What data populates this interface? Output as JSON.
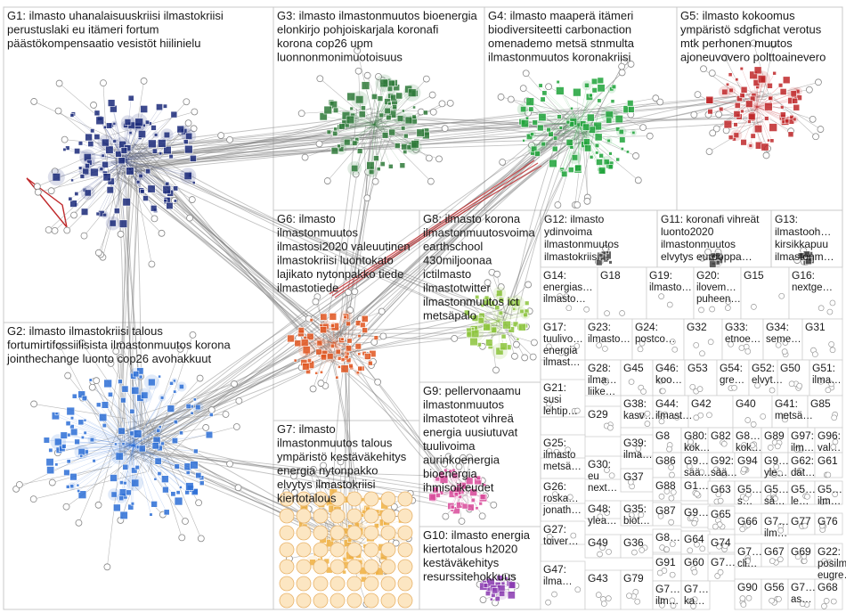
{
  "groups": [
    {
      "id": "G1",
      "lines": [
        "G1: ilmasto uhanalaisuuskriisi ilmastokriisi",
        "perustuslaki eu itämeri fortum",
        "päästökompensaatio vesistöt hiilinielu"
      ],
      "color": "#1b2a7a"
    },
    {
      "id": "G2",
      "lines": [
        "G2: ilmasto ilmastokriisi talous",
        "fortumirtifossiilisista ilmastonmuutos korona",
        "jointhechange luonto cop26 avohakkuut"
      ],
      "color": "#2d6fd6"
    },
    {
      "id": "G3",
      "lines": [
        "G3: ilmasto ilmastonmuutos bioenergia",
        "elonkirjo pohjoiskarjala koronafi",
        "korona cop26 upm",
        "luonnonmonimuotoisuus"
      ],
      "color": "#2f7a3a"
    },
    {
      "id": "G4",
      "lines": [
        "G4: ilmasto maaperä itämeri",
        "biodiversiteetti carbonaction",
        "omenademo metsä stnmulta",
        "ilmastonmuutos koronakriisi"
      ],
      "color": "#1fa33a"
    },
    {
      "id": "G5",
      "lines": [
        "G5: ilmasto kokoomus",
        "ympäristö sdgfichat verotus",
        "mtk perhonen muutos",
        "ajoneuvovero polttoainevero"
      ],
      "color": "#c0282a"
    },
    {
      "id": "G6",
      "lines": [
        "G6: ilmasto",
        "ilmastonmuutos",
        "ilmastosi2020 valeuutinen",
        "ilmastokriisi luontokato",
        "lajikato nytonpakko tiede",
        "ilmastotiede"
      ],
      "color": "#e0551f"
    },
    {
      "id": "G7",
      "lines": [
        "G7: ilmasto",
        "ilmastonmuutos talous",
        "ympäristö kestäväkehitys",
        "energia nytonpakko",
        "elvytys ilmastokriisi",
        "kiertotalous"
      ],
      "color": "#f0b040"
    },
    {
      "id": "G8",
      "lines": [
        "G8: ilmasto korona",
        "ilmastonmuutosvoima",
        "earthschool",
        "430miljoonaa",
        "ictilmasto",
        "ilmastotwitter",
        "ilmastonmuutos ict",
        "metsäpalo"
      ],
      "color": "#8cc43c"
    },
    {
      "id": "G9",
      "lines": [
        "G9: pellervonaamu",
        "ilmastonmuutos",
        "ilmastoteot vihreä",
        "energia uusiutuvat",
        "tuulivoima",
        "aurinkoenergia",
        "bioenergia",
        "ihmisoikeudet"
      ],
      "color": "#d84a9a"
    },
    {
      "id": "G10",
      "lines": [
        "G10: ilmasto energia",
        "kiertotalous h2020",
        "kestäväkehitys",
        "resurssitehokkuus"
      ],
      "color": "#8a3ab0"
    },
    {
      "id": "G11",
      "lines": [
        "G11: koronafi vihreät",
        "luonto2020",
        "ilmastonmuutos",
        "elvytys eurooppa…"
      ],
      "color": "#444"
    },
    {
      "id": "G12",
      "lines": [
        "G12: ilmasto",
        "ydinvoima",
        "ilmastonmuutos",
        "ilmastokriisi…"
      ],
      "color": "#444"
    },
    {
      "id": "G13",
      "lines": [
        "G13:",
        "ilmastooh…",
        "kirsikkapuu",
        "ilmastonm…"
      ],
      "color": "#444"
    }
  ],
  "small_groups": [
    {
      "label": "G14:",
      "extra": [
        "energias…",
        "ilmasto…"
      ]
    },
    {
      "label": "G18",
      "extra": []
    },
    {
      "label": "G19:",
      "extra": [
        "ilmasto…"
      ]
    },
    {
      "label": "G20:",
      "extra": [
        "ilovem…",
        "puheen…"
      ]
    },
    {
      "label": "G15",
      "extra": []
    },
    {
      "label": "G16:",
      "extra": [
        "nextge…"
      ]
    },
    {
      "label": "G17:",
      "extra": [
        "tuulivo…",
        "energia",
        "ilmast…"
      ]
    },
    {
      "label": "G23:",
      "extra": [
        "ilmasto…"
      ]
    },
    {
      "label": "G24:",
      "extra": [
        "postco…"
      ]
    },
    {
      "label": "G32",
      "extra": []
    },
    {
      "label": "G33:",
      "extra": [
        "etnoe…"
      ]
    },
    {
      "label": "G34:",
      "extra": [
        "seme…"
      ]
    },
    {
      "label": "G31",
      "extra": []
    },
    {
      "label": "G28:",
      "extra": [
        "ilma…",
        "liike…"
      ]
    },
    {
      "label": "G45",
      "extra": []
    },
    {
      "label": "G46:",
      "extra": [
        "koo…"
      ]
    },
    {
      "label": "G53",
      "extra": []
    },
    {
      "label": "G54:",
      "extra": [
        "gre…"
      ]
    },
    {
      "label": "G52:",
      "extra": [
        "elvyt…"
      ]
    },
    {
      "label": "G50",
      "extra": []
    },
    {
      "label": "G51:",
      "extra": [
        "ilma…"
      ]
    },
    {
      "label": "G21:",
      "extra": [
        "susi",
        "lehtip…"
      ]
    },
    {
      "label": "G38:",
      "extra": [
        "kasv…"
      ]
    },
    {
      "label": "G44:",
      "extra": [
        "ilmast…"
      ]
    },
    {
      "label": "G42",
      "extra": []
    },
    {
      "label": "G40",
      "extra": []
    },
    {
      "label": "G41:",
      "extra": [
        "metsä…"
      ]
    },
    {
      "label": "G85",
      "extra": []
    },
    {
      "label": "G29",
      "extra": []
    },
    {
      "label": "G8",
      "extra": []
    },
    {
      "label": "G80:",
      "extra": [
        "kok…"
      ]
    },
    {
      "label": "G82",
      "extra": []
    },
    {
      "label": "G8…",
      "extra": [
        "kok…"
      ]
    },
    {
      "label": "G89",
      "extra": []
    },
    {
      "label": "G97:",
      "extra": [
        "ilm…"
      ]
    },
    {
      "label": "G96:",
      "extra": [
        "val…"
      ]
    },
    {
      "label": "G25:",
      "extra": [
        "ilmasto",
        "metsä…"
      ]
    },
    {
      "label": "G39:",
      "extra": [
        "ilma…"
      ]
    },
    {
      "label": "G86",
      "extra": []
    },
    {
      "label": "G9…",
      "extra": [
        "sää…"
      ]
    },
    {
      "label": "G92:",
      "extra": [
        "sää…"
      ]
    },
    {
      "label": "G94",
      "extra": []
    },
    {
      "label": "G9…",
      "extra": [
        "yle…"
      ]
    },
    {
      "label": "G62:",
      "extra": [
        "dat…"
      ]
    },
    {
      "label": "G61",
      "extra": []
    },
    {
      "label": "G30:",
      "extra": [
        "eu",
        "next…"
      ]
    },
    {
      "label": "G37",
      "extra": []
    },
    {
      "label": "G88",
      "extra": []
    },
    {
      "label": "G1…",
      "extra": []
    },
    {
      "label": "G63",
      "extra": []
    },
    {
      "label": "G5…",
      "extra": [
        "s…"
      ]
    },
    {
      "label": "G5…",
      "extra": [
        "sä…"
      ]
    },
    {
      "label": "G5…",
      "extra": [
        "le…"
      ]
    },
    {
      "label": "G5…",
      "extra": [
        "ilm…"
      ]
    },
    {
      "label": "G26:",
      "extra": [
        "roska…",
        "jonath…"
      ]
    },
    {
      "label": "G48:",
      "extra": [
        "ylea…"
      ]
    },
    {
      "label": "G35:",
      "extra": [
        "biot…"
      ]
    },
    {
      "label": "G87",
      "extra": []
    },
    {
      "label": "G9…",
      "extra": []
    },
    {
      "label": "G65",
      "extra": []
    },
    {
      "label": "G66",
      "extra": []
    },
    {
      "label": "G7…",
      "extra": [
        "ilm…"
      ]
    },
    {
      "label": "G77",
      "extra": []
    },
    {
      "label": "G76",
      "extra": []
    },
    {
      "label": "G27:",
      "extra": [
        "toiver…"
      ]
    },
    {
      "label": "G49",
      "extra": []
    },
    {
      "label": "G36",
      "extra": []
    },
    {
      "label": "G8…",
      "extra": []
    },
    {
      "label": "G64",
      "extra": []
    },
    {
      "label": "G74",
      "extra": []
    },
    {
      "label": "G7…",
      "extra": [
        "cli…"
      ]
    },
    {
      "label": "G67",
      "extra": []
    },
    {
      "label": "G69",
      "extra": []
    },
    {
      "label": "G22:",
      "extra": [
        "posilm…",
        "eugre…"
      ]
    },
    {
      "label": "G47:",
      "extra": [
        "ilma…"
      ]
    },
    {
      "label": "G43",
      "extra": []
    },
    {
      "label": "G79",
      "extra": []
    },
    {
      "label": "G91",
      "extra": []
    },
    {
      "label": "G60",
      "extra": []
    },
    {
      "label": "G7…",
      "extra": []
    },
    {
      "label": "G90",
      "extra": []
    },
    {
      "label": "G56",
      "extra": []
    },
    {
      "label": "G7…",
      "extra": [
        "as…"
      ]
    },
    {
      "label": "G68",
      "extra": []
    },
    {
      "label": "G7…",
      "extra": [
        "ilm…"
      ]
    },
    {
      "label": "G7…",
      "extra": [
        "ka…"
      ]
    }
  ]
}
